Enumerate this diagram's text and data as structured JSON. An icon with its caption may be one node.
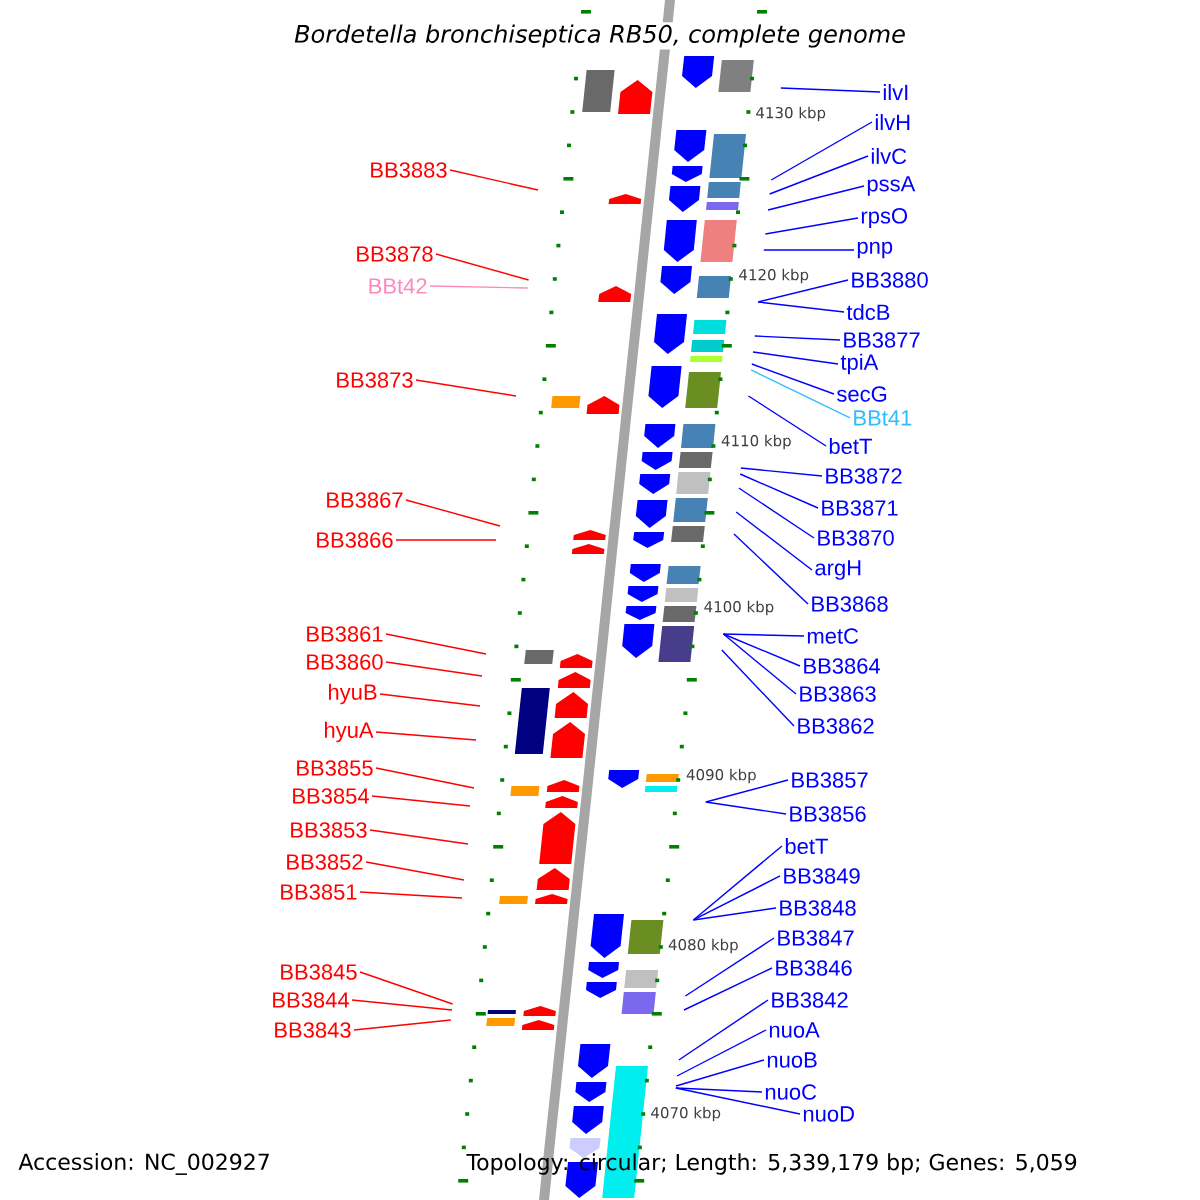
{
  "diagram": {
    "title": "Bordetella bronchiseptica RB50, complete genome",
    "nodes": [
      {
        "text": [
          "BB3883"
        ]
      },
      {
        "text": [
          "BB3878"
        ]
      },
      {
        "text": [
          "BBt42"
        ]
      },
      {
        "text": [
          "BB3873"
        ]
      },
      {
        "text": [
          "BB3867"
        ]
      },
      {
        "text": [
          "BB3866"
        ]
      },
      {
        "text": [
          "BB3861"
        ]
      },
      {
        "text": [
          "BB3860"
        ]
      },
      {
        "text": [
          "hyuB"
        ]
      },
      {
        "text": [
          "hyuA"
        ]
      },
      {
        "text": [
          "BB3855"
        ]
      },
      {
        "text": [
          "BB3854"
        ]
      },
      {
        "text": [
          "BB3853"
        ]
      },
      {
        "text": [
          "BB3852"
        ]
      },
      {
        "text": [
          "BB3851"
        ]
      },
      {
        "text": [
          "BB3845"
        ]
      },
      {
        "text": [
          "BB3844"
        ]
      },
      {
        "text": [
          "BB3843"
        ]
      },
      {
        "text": [
          "ilvI"
        ]
      },
      {
        "text": [
          "ilvH"
        ]
      },
      {
        "text": [
          "ilvC"
        ]
      },
      {
        "text": [
          "pssA"
        ]
      },
      {
        "text": [
          "rpsO"
        ]
      },
      {
        "text": [
          "pnp"
        ]
      },
      {
        "text": [
          "BB3880"
        ]
      },
      {
        "text": [
          "tdcB"
        ]
      },
      {
        "text": [
          "BB3877"
        ]
      },
      {
        "text": [
          "tpiA"
        ]
      },
      {
        "text": [
          "secG"
        ]
      },
      {
        "text": [
          "BBt41"
        ]
      },
      {
        "text": [
          "betT"
        ]
      },
      {
        "text": [
          "BB3872"
        ]
      },
      {
        "text": [
          "BB3871"
        ]
      },
      {
        "text": [
          "BB3870"
        ]
      },
      {
        "text": [
          "argH"
        ]
      },
      {
        "text": [
          "BB3868"
        ]
      },
      {
        "text": [
          "metC"
        ]
      },
      {
        "text": [
          "BB3864"
        ]
      },
      {
        "text": [
          "BB3863"
        ]
      },
      {
        "text": [
          "BB3862"
        ]
      },
      {
        "text": [
          "BB3857"
        ]
      },
      {
        "text": [
          "BB3856"
        ]
      },
      {
        "text": [
          "betT"
        ]
      },
      {
        "text": [
          "BB3849"
        ]
      },
      {
        "text": [
          "BB3848"
        ]
      },
      {
        "text": [
          "BB3847"
        ]
      },
      {
        "text": [
          "BB3846"
        ]
      },
      {
        "text": [
          "BB3842"
        ]
      },
      {
        "text": [
          "nuoA"
        ]
      },
      {
        "text": [
          "nuoB"
        ]
      },
      {
        "text": [
          "nuoC"
        ]
      },
      {
        "text": [
          "nuoD"
        ]
      }
    ],
    "edges": [
      {
        "from": 0,
        "to": null,
        "arrow": "none",
        "color": "#ff0000"
      },
      {
        "from": 1,
        "to": null,
        "arrow": "none",
        "color": "#ff0000"
      },
      {
        "from": 2,
        "to": null,
        "arrow": "none",
        "color": "#ff88bb"
      },
      {
        "from": 3,
        "to": null,
        "arrow": "none",
        "color": "#ff0000"
      },
      {
        "from": 4,
        "to": null,
        "arrow": "none",
        "color": "#ff0000"
      },
      {
        "from": 5,
        "to": null,
        "arrow": "none",
        "color": "#ff0000"
      },
      {
        "from": 6,
        "to": null,
        "arrow": "none",
        "color": "#ff0000"
      },
      {
        "from": 7,
        "to": null,
        "arrow": "none",
        "color": "#ff0000"
      },
      {
        "from": 8,
        "to": null,
        "arrow": "none",
        "color": "#ff0000"
      },
      {
        "from": 9,
        "to": null,
        "arrow": "none",
        "color": "#ff0000"
      },
      {
        "from": 10,
        "to": null,
        "arrow": "none",
        "color": "#ff0000"
      },
      {
        "from": 11,
        "to": null,
        "arrow": "none",
        "color": "#ff0000"
      },
      {
        "from": 12,
        "to": null,
        "arrow": "none",
        "color": "#ff0000"
      },
      {
        "from": 13,
        "to": null,
        "arrow": "none",
        "color": "#ff0000"
      },
      {
        "from": 14,
        "to": null,
        "arrow": "none",
        "color": "#ff0000"
      },
      {
        "from": 15,
        "to": null,
        "arrow": "none",
        "color": "#ff0000"
      },
      {
        "from": 16,
        "to": null,
        "arrow": "none",
        "color": "#ff0000"
      },
      {
        "from": 17,
        "to": null,
        "arrow": "none",
        "color": "#ff0000"
      },
      {
        "from": 18,
        "to": null,
        "arrow": "none"
      },
      {
        "from": 19,
        "to": null,
        "arrow": "none"
      },
      {
        "from": 20,
        "to": null,
        "arrow": "none"
      },
      {
        "from": 21,
        "to": null,
        "arrow": "none"
      },
      {
        "from": 22,
        "to": null,
        "arrow": "none"
      },
      {
        "from": 23,
        "to": null,
        "arrow": "none"
      },
      {
        "from": 24,
        "to": null,
        "arrow": "none"
      },
      {
        "from": 25,
        "to": null,
        "arrow": "none"
      },
      {
        "from": 26,
        "to": null,
        "arrow": "none"
      },
      {
        "from": 27,
        "to": null,
        "arrow": "none"
      },
      {
        "from": 28,
        "to": null,
        "arrow": "none"
      },
      {
        "from": 29,
        "to": null,
        "arrow": "none",
        "color": "#33bbff"
      },
      {
        "from": 30,
        "to": null,
        "arrow": "none"
      },
      {
        "from": 31,
        "to": null,
        "arrow": "none"
      },
      {
        "from": 32,
        "to": null,
        "arrow": "none"
      },
      {
        "from": 33,
        "to": null,
        "arrow": "none"
      },
      {
        "from": 34,
        "to": null,
        "arrow": "none"
      },
      {
        "from": 35,
        "to": null,
        "arrow": "none"
      },
      {
        "from": 36,
        "to": null,
        "arrow": "none"
      },
      {
        "from": 37,
        "to": null,
        "arrow": "none"
      },
      {
        "from": 38,
        "to": null,
        "arrow": "none"
      },
      {
        "from": 39,
        "to": null,
        "arrow": "none"
      },
      {
        "from": 40,
        "to": null,
        "arrow": "none"
      },
      {
        "from": 41,
        "to": null,
        "arrow": "none"
      },
      {
        "from": 42,
        "to": null,
        "arrow": "none"
      },
      {
        "from": 43,
        "to": null,
        "arrow": "none"
      },
      {
        "from": 44,
        "to": null,
        "arrow": "none"
      },
      {
        "from": 45,
        "to": null,
        "arrow": "none"
      },
      {
        "from": 46,
        "to": null,
        "arrow": "none"
      },
      {
        "from": 47,
        "to": null,
        "arrow": "none"
      },
      {
        "from": 48,
        "to": null,
        "arrow": "none"
      },
      {
        "from": 49,
        "to": null,
        "arrow": "none"
      },
      {
        "from": 50,
        "to": null,
        "arrow": "none"
      },
      {
        "from": 51,
        "to": null,
        "arrow": "none"
      }
    ],
    "labels": [
      "4130 kbp",
      "4120 kbp",
      "4110 kbp",
      "4100 kbp",
      "4090 kbp",
      "4080 kbp",
      "4070 kbp",
      "Accession: NC_002927",
      "Topology: circular; Length: 5,339,179 bp; Genes: 5,059"
    ]
  }
}
